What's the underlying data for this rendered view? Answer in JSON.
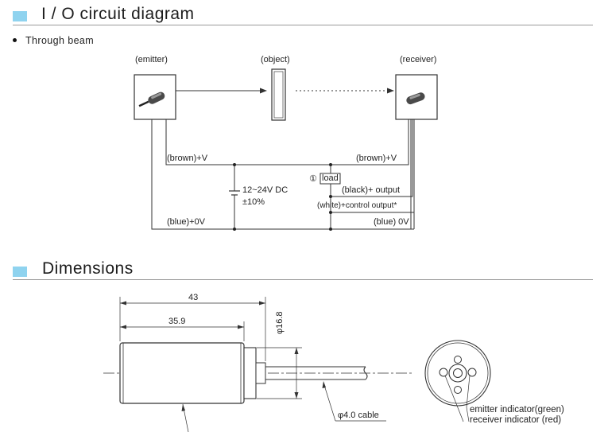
{
  "io_section": {
    "title": "I / O circuit diagram",
    "bullet": "Through beam"
  },
  "circuit": {
    "emitter_label": "(emitter)",
    "object_label": "(object)",
    "receiver_label": "(receiver)",
    "brown_left": "(brown)+V",
    "brown_right": "(brown)+V",
    "supply_line1": "12~24V DC",
    "supply_line2": "±10%",
    "load_marker": "①",
    "load_label": "load",
    "black_output": "(black)+ output",
    "white_output": "(white)+control output*",
    "blue_left": "(blue)+0V",
    "blue_right": "(blue) 0V"
  },
  "dimensions_section": {
    "title": "Dimensions",
    "dim_overall": "43",
    "dim_body": "35.9",
    "dim_diameter": "φ16.8",
    "cable_label": "φ4.0 cable",
    "indicator_green": "emitter indicator(green)",
    "indicator_red": "receiver indicator (red)"
  },
  "colors": {
    "accent_square": "#8fd3ef",
    "line": "#333333"
  }
}
